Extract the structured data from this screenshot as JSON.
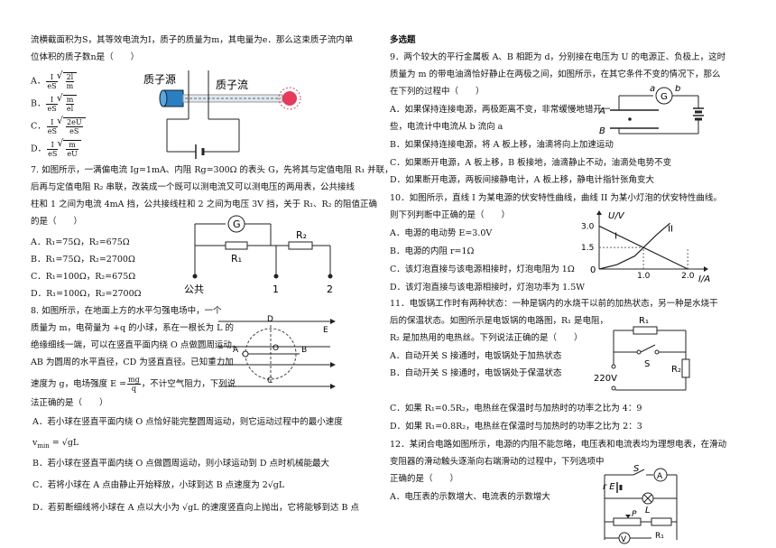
{
  "left": {
    "q6_intro_1": "流横截面积为S，其等效电流为I，质子的质量为m，其电量为e．那么这束质子流内单",
    "q6_intro_2": "位体积的质子数n是（　　）",
    "q6_options": [
      {
        "label": "A．",
        "num": "I",
        "den": "eS",
        "sqrt_num": "2l",
        "sqrt_den": "m"
      },
      {
        "label": "B．",
        "num": "I",
        "den": "eS",
        "sqrt_num": "m",
        "sqrt_den": "el"
      },
      {
        "label": "C．",
        "num": "I",
        "den": "eS",
        "sqrt_num": "2eU",
        "sqrt_den": "eS"
      },
      {
        "label": "D．",
        "num": "I",
        "den": "eS",
        "sqrt_num": "m",
        "sqrt_den": "eU"
      }
    ],
    "q6_figure": {
      "source_label": "质子源",
      "beam_label": "质子流"
    },
    "q7_lines": [
      "7. 如图所示，一满偏电流 Ig=1mA、内阻 Rg=300Ω 的表头 G，先将其与定值电阻 R₁ 并联，",
      "后再与定值电阻 R₂ 串联，改装成一个既可以测电流又可以测电压的两用表，公共接线",
      "柱和 1 之间为电流 4mA 挡，公共接线柱和 2 之间为电压 3V 挡，关于 R₁、R₂ 的阻值正确",
      "的是（　　）"
    ],
    "q7_options": [
      "A．R₁=75Ω，R₂=675Ω",
      "B．R₁=75Ω，R₂=2700Ω",
      "C．R₁=100Ω，R₂=675Ω",
      "D．R₁=100Ω，R₂=2700Ω"
    ],
    "q7_figure": {
      "meter": "G",
      "r1": "R₁",
      "r2": "R₂",
      "common": "公共",
      "t1": "1",
      "t2": "2"
    },
    "q8_lines": [
      "8. 如图所示，在地面上方的水平匀强电场中，一个",
      "质量为 m，电荷量为 +q 的小球，系在一根长为 L 的",
      "绝缘细线一端，可以在竖直平面内绕 O 点做圆周运动，",
      "AB 为圆周的水平直径，CD 为竖直直径。已知重力加",
      "速度为 g，电场强度 E =",
      "，不计空气阻力，下列说",
      "法正确的是（　　）"
    ],
    "q8_field_num": "mg",
    "q8_field_den": "q",
    "q8_figure": {
      "D": "D",
      "E": "E",
      "A": "A",
      "O": "O",
      "B": "B",
      "C": "C"
    },
    "q8_options": [
      "A．若小球在竖直平面内绕 O 点恰好能完整圆周运动，则它运动过程中的最小速度",
      "v",
      "min",
      " = √gL",
      "B．若小球在竖直平面内绕 O 点做圆周运动，则小球运动到 D 点时机械能最大",
      "C．若将小球在 A 点由静止开始释放，小球到达 B 点速度为 2√gL",
      "D．若剪断细线将小球在 A 点以大小为 √gL 的速度竖直向上抛出，它将能够到达 B 点"
    ]
  },
  "right": {
    "section_title": "多选题",
    "q9_lines": [
      "9．两个较大的平行金属板 A、B 相距为 d，分别接在电压为 U 的电源正、负极上，这时",
      "质量为 m 的带电油滴恰好静止在两极之间，如图所示，在其它条件不变的情况下，那么",
      "在下列的过程中（　　）",
      "A．如果保持连接电源，两极距离不变，非常缓慢地错开一",
      "些，电流计中电流从 b 流向 a",
      "B．如果保持连接电源，将 A 板上移，油滴将向上加速运动",
      "C．如果断开电源，A 板上移，B 板接地，油滴静止不动，油滴处电势不变",
      "D．如果断开电源，两板间接静电计，A 板上移，静电计指针张角变大"
    ],
    "q9_figure": {
      "a": "a",
      "b": "b",
      "G": "G",
      "A": "A",
      "B": "B"
    },
    "q10_lines": [
      "10．如图所示，直线 I 为某电源的伏安特性曲线，曲线 II 为某小灯泡的伏安特性曲线。",
      "则下列判断中正确的是（　　）",
      "A．电源的电动势 E=3.0V",
      "B．电源的内阻 r=1Ω",
      "C．该灯泡直接与该电源相接时，灯泡电阻为 1Ω",
      "D．该灯泡直接与该电源相接时，灯泡功率为 1.5W"
    ],
    "q11_lines": [
      "11．电饭锅工作时有两种状态：一种是锅内的水烧干以前的加热状态，另一种是水烧干",
      "后的保温状态。如图所示是电饭锅的电路图，R₁ 是电阻，",
      "R₂ 是加热用的电热丝。下列说法正确的是（　　）",
      "A．自动开关 S 接通时，电饭锅处于加热状态",
      "B．自动开关 S 接通时，电饭锅处于保温状态",
      "C．如果 R₁=0.5R₂，电热丝在保温时与加热时的功率之比为 4：9",
      "D．如果 R₁=0.8R₂，电热丝在保温时与加热时的功率之比为 2：3"
    ],
    "q11_figure": {
      "r1": "R₁",
      "s": "S",
      "v": "220V",
      "r2": "R₂"
    },
    "q12_lines": [
      "12．某闭合电路如图所示，电源的内阻不能忽略，电压表和电流表均为理想电表，在滑动",
      "变阻器的滑动触头逐渐向右端滑动的过程中，下列选项中",
      "正确的是（　　）",
      " A．电压表的示数增大、电流表的示数增大"
    ],
    "q12_figure": {
      "s": "S",
      "re": "r E",
      "a": "A",
      "l": "L",
      "p": "P",
      "r1": "R₁",
      "v": "V"
    }
  },
  "chart_data": {
    "type": "line",
    "title": "",
    "xlabel": "I/A",
    "ylabel": "U/V",
    "x_ticks": [
      "1.0",
      "2.0"
    ],
    "y_ticks": [
      "1.5",
      "3.0"
    ],
    "origin_label": "0",
    "series": [
      {
        "name": "I",
        "x": [
          0,
          2.0
        ],
        "y": [
          3.0,
          0
        ]
      },
      {
        "name": "II",
        "x": [
          0,
          0.4,
          0.8,
          1.0,
          1.3,
          1.6
        ],
        "y": [
          0,
          0.3,
          0.9,
          1.5,
          2.4,
          3.2
        ]
      }
    ],
    "xlim": [
      0,
      2.2
    ],
    "ylim": [
      0,
      3.4
    ]
  }
}
